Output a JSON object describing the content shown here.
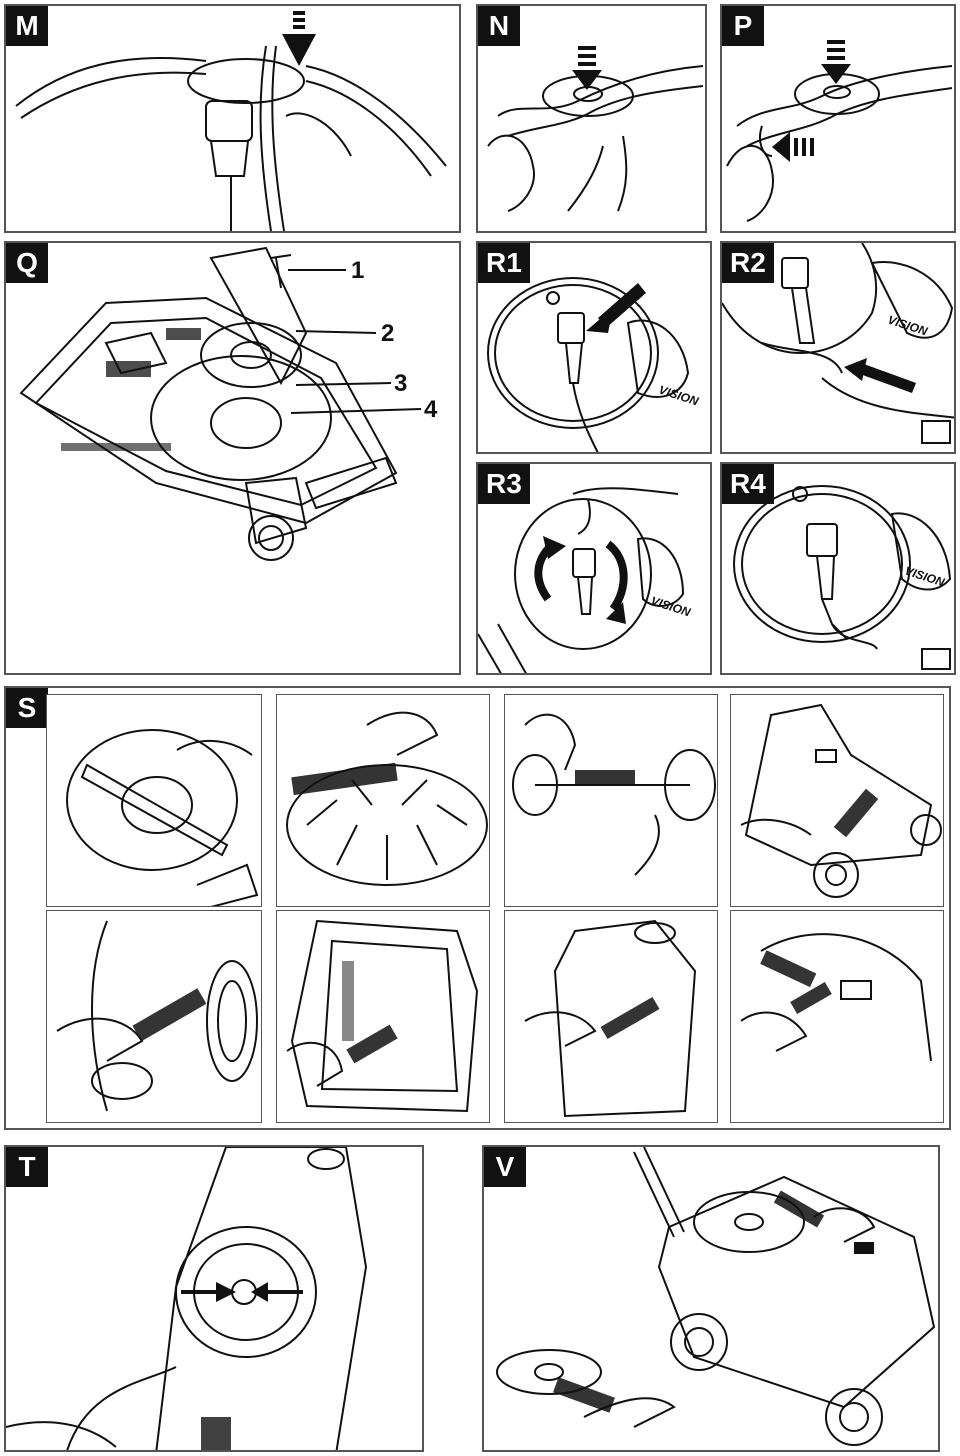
{
  "panels": {
    "M": {
      "label": "M"
    },
    "N": {
      "label": "N"
    },
    "P": {
      "label": "P"
    },
    "Q": {
      "label": "Q",
      "callouts": [
        "1",
        "2",
        "3",
        "4"
      ]
    },
    "R1": {
      "label": "R1",
      "logo": "VISION"
    },
    "R2": {
      "label": "R2",
      "logo": "VISION"
    },
    "R3": {
      "label": "R3",
      "logo": "VISION"
    },
    "R4": {
      "label": "R4",
      "logo": "VISION"
    },
    "S": {
      "label": "S"
    },
    "T": {
      "label": "T"
    },
    "V": {
      "label": "V"
    }
  },
  "colors": {
    "ink": "#111111",
    "frame": "#555555",
    "background": "#ffffff"
  }
}
